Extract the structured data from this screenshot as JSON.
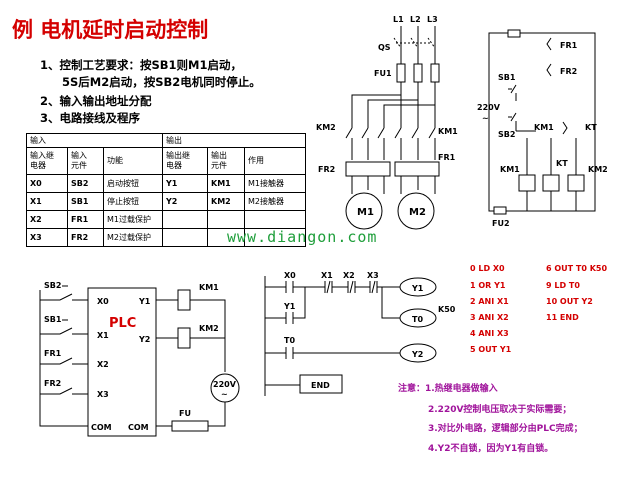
{
  "title": "例  电机延时启动控制",
  "requirements": {
    "line1": "1、控制工艺要求：按SB1则M1启动，",
    "line2": "5S后M2启动，按SB2电机同时停止。",
    "line3": "2、输入输出地址分配",
    "line4": "3、电路接线及程序"
  },
  "io_table": {
    "input_header": "输入",
    "output_header": "输出",
    "sub_headers": [
      "输入继\n电器",
      "输入\n元件",
      "功能",
      "输出继\n电器",
      "输出\n元件",
      "作用"
    ],
    "rows": [
      [
        "X0",
        "SB2",
        "启动按钮",
        "Y1",
        "KM1",
        "M1接触器"
      ],
      [
        "X1",
        "SB1",
        "停止按钮",
        "Y2",
        "KM2",
        "M2接触器"
      ],
      [
        "X2",
        "FR1",
        "M1过载保护",
        "",
        "",
        ""
      ],
      [
        "X3",
        "FR2",
        "M2过载保护",
        "",
        "",
        ""
      ]
    ]
  },
  "main_circuit": {
    "phases": [
      "L1",
      "L2",
      "L3"
    ],
    "qs": "QS",
    "fu1": "FU1",
    "km2": "KM2",
    "km1": "KM1",
    "fr2": "FR2",
    "fr1": "FR1",
    "m1": "M1",
    "m2": "M2"
  },
  "control_circuit": {
    "fr1": "FR1",
    "fr2": "FR2",
    "sb1": "SB1",
    "voltage": "220V",
    "tilde": "~",
    "sb2": "SB2",
    "km1": "KM1",
    "kt": "KT",
    "km1_coil": "KM1",
    "kt_coil": "KT",
    "km2_coil": "KM2",
    "fu2": "FU2"
  },
  "watermark": "www.diangon.com",
  "plc_wiring": {
    "sb2": "SB2",
    "sb1": "SB1",
    "fr1": "FR1",
    "fr2": "FR2",
    "x0": "X0",
    "x1": "X1",
    "x2": "X2",
    "x3": "X3",
    "y1": "Y1",
    "y2": "Y2",
    "plc": "PLC",
    "com_left": "COM",
    "com_right": "COM",
    "km1": "KM1",
    "km2": "KM2",
    "voltage": "220V",
    "tilde": "~",
    "fu": "FU"
  },
  "ladder": {
    "x0": "X0",
    "x1": "X1",
    "x2": "X2",
    "x3": "X3",
    "y1_contact": "Y1",
    "y1_coil": "Y1",
    "k50": "K50",
    "t0_coil": "T0",
    "t0_contact": "T0",
    "y2_coil": "Y2",
    "end": "END"
  },
  "program": {
    "left": [
      "0  LD  X0",
      "1  OR  Y1",
      "2  ANI  X1",
      "3  ANI  X2",
      "4  ANI  X3",
      "5  OUT Y1"
    ],
    "right": [
      "6   OUT T0  K50",
      "9   LD  T0",
      "10  OUT  Y2",
      "11  END"
    ]
  },
  "notes": {
    "line1": "注意：1.热继电器做输入",
    "line2": "2.220V控制电压取决于实际需要；",
    "line3": "3.对比外电路，逻辑部分由PLC完成；",
    "line4": "4.Y2不自锁，因为Y1有自锁。"
  }
}
